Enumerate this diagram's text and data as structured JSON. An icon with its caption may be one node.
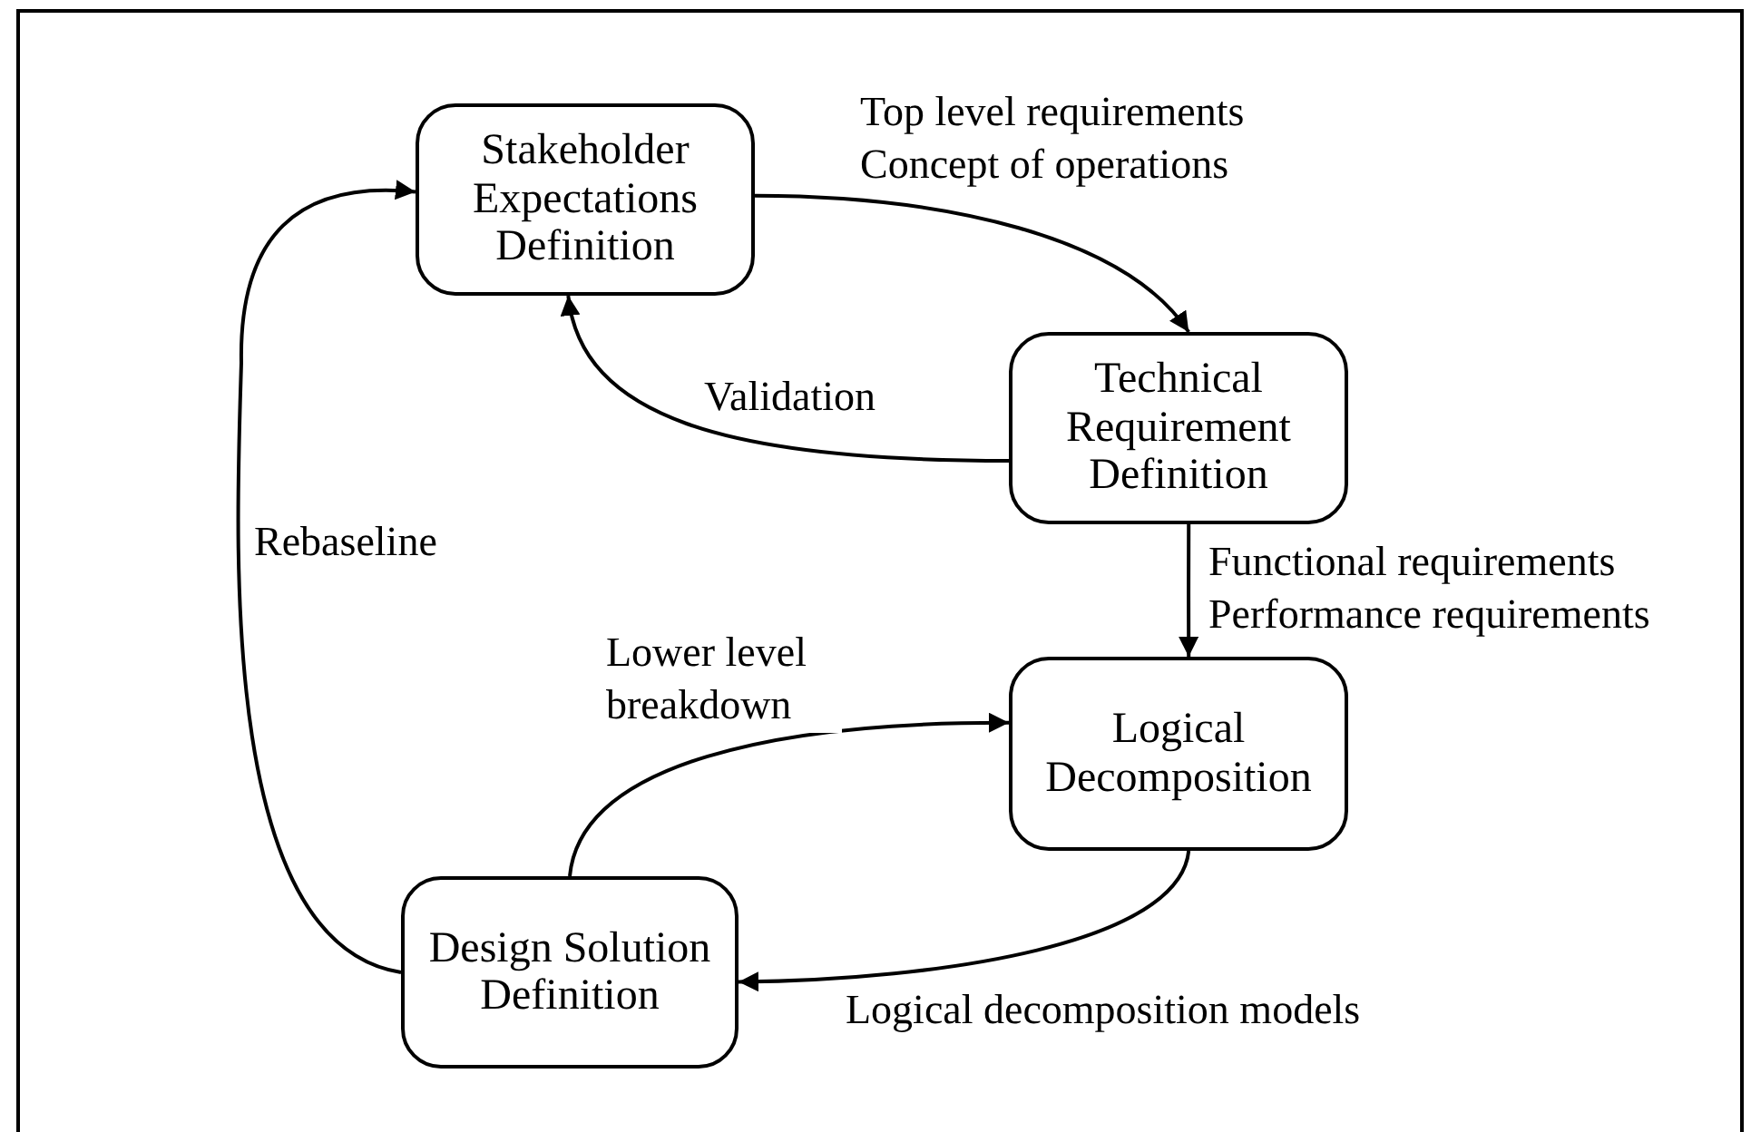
{
  "diagram": {
    "nodes": [
      {
        "text": [
          "Stakeholder Expectations Definition"
        ]
      },
      {
        "text": [
          "Technical Requirement Definition"
        ]
      },
      {
        "text": [
          "Logical Decomposition"
        ]
      },
      {
        "text": [
          "Design Solution Definition"
        ]
      }
    ],
    "edges": [
      {
        "from": 0,
        "to": 1,
        "arrow": "to",
        "label": "Top level requirements Concept of operations"
      },
      {
        "from": 1,
        "to": 0,
        "arrow": "to",
        "label": "Validation"
      },
      {
        "from": 1,
        "to": 2,
        "arrow": "to",
        "label": "Functional requirements Performance requirements"
      },
      {
        "from": 2,
        "to": 3,
        "arrow": "to",
        "label": "Logical decomposition models"
      },
      {
        "from": 3,
        "to": 2,
        "arrow": "to",
        "label": "Lower level breakdown"
      },
      {
        "from": 3,
        "to": 0,
        "arrow": "to",
        "label": "Rebaseline"
      }
    ]
  }
}
